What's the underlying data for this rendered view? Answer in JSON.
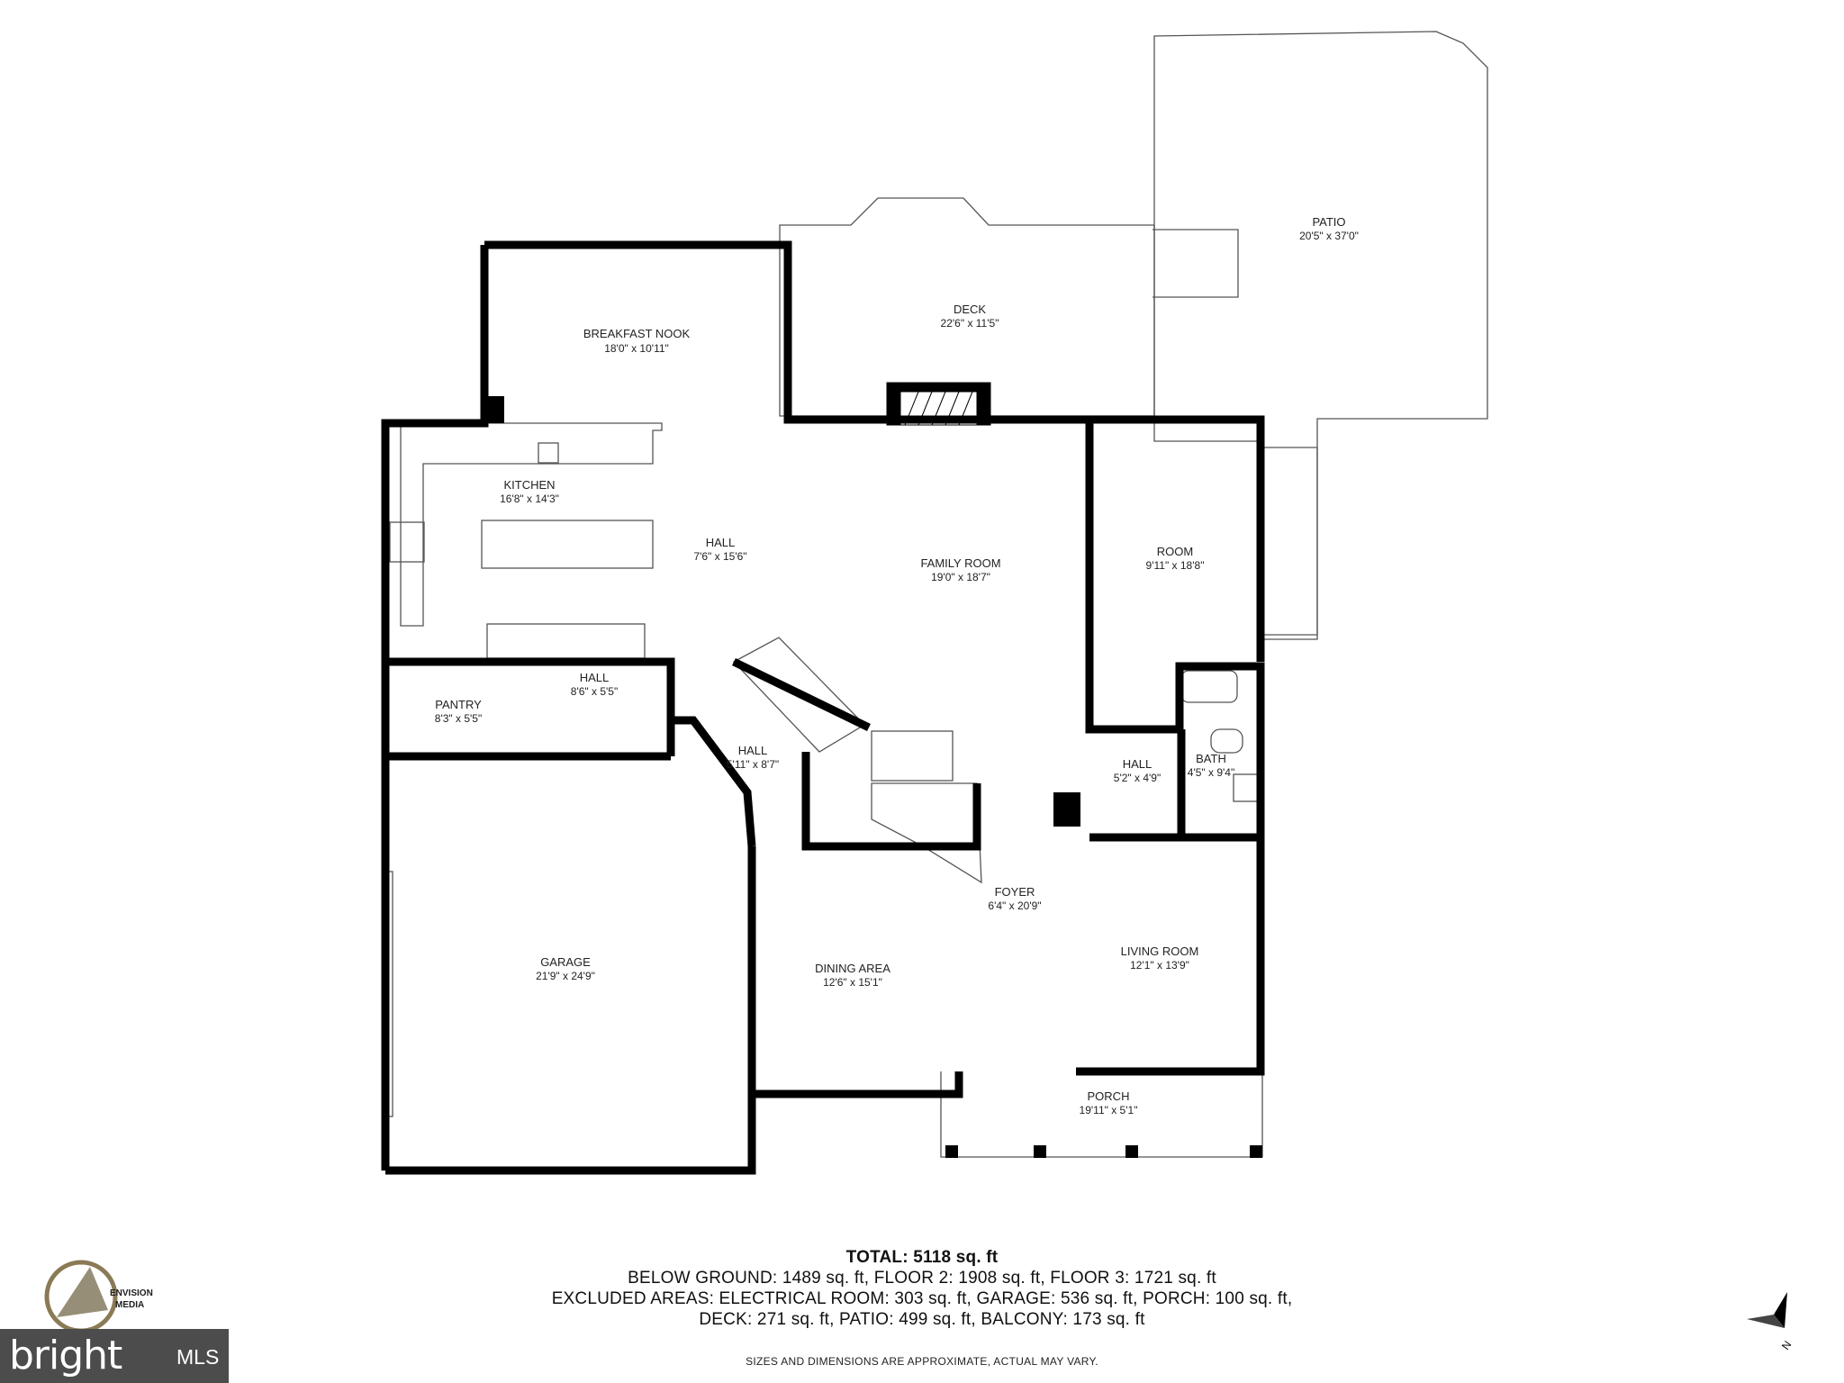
{
  "rooms": [
    {
      "name": "BREAKFAST NOOK",
      "dims": "18'0\" x 10'11\""
    },
    {
      "name": "DECK",
      "dims": "22'6\" x 11'5\""
    },
    {
      "name": "PATIO",
      "dims": "20'5\" x 37'0\""
    },
    {
      "name": "KITCHEN",
      "dims": "16'8\" x 14'3\""
    },
    {
      "name": "HALL",
      "dims": "7'6\" x 15'6\""
    },
    {
      "name": "FAMILY ROOM",
      "dims": "19'0\" x 18'7\""
    },
    {
      "name": "ROOM",
      "dims": "9'11\" x 18'8\""
    },
    {
      "name": "PANTRY",
      "dims": "8'3\" x 5'5\""
    },
    {
      "name": "HALL",
      "dims": "8'6\" x 5'5\""
    },
    {
      "name": "HALL",
      "dims": "5'11\" x 8'7\""
    },
    {
      "name": "HALL",
      "dims": "5'2\" x 4'9\""
    },
    {
      "name": "BATH",
      "dims": "4'5\" x 9'4\""
    },
    {
      "name": "FOYER",
      "dims": "6'4\" x 20'9\""
    },
    {
      "name": "GARAGE",
      "dims": "21'9\" x 24'9\""
    },
    {
      "name": "DINING AREA",
      "dims": "12'6\" x 15'1\""
    },
    {
      "name": "LIVING ROOM",
      "dims": "12'1\" x 13'9\""
    },
    {
      "name": "PORCH",
      "dims": "19'11\" x 5'1\""
    }
  ],
  "summary": {
    "total": "TOTAL: 5118 sq. ft",
    "line1": "BELOW GROUND: 1489 sq. ft, FLOOR 2: 1908 sq. ft, FLOOR 3: 1721 sq. ft",
    "line2": "EXCLUDED AREAS: ELECTRICAL ROOM: 303 sq. ft, GARAGE: 536 sq. ft, PORCH: 100 sq. ft,",
    "line3": "DECK: 271 sq. ft, PATIO: 499 sq. ft, BALCONY: 173 sq. ft",
    "disclaimer": "SIZES AND DIMENSIONS ARE APPROXIMATE, ACTUAL MAY VARY."
  },
  "branding": {
    "envision_line1": "ENVISION",
    "envision_line2": "MEDIA",
    "bright_word": "bright",
    "mls_word": "MLS"
  },
  "compass": {
    "label": "N",
    "icon": "north-arrow-icon"
  },
  "colors": {
    "wall": "#000000",
    "outline": "#555555",
    "badge": "#4c4c4c"
  }
}
